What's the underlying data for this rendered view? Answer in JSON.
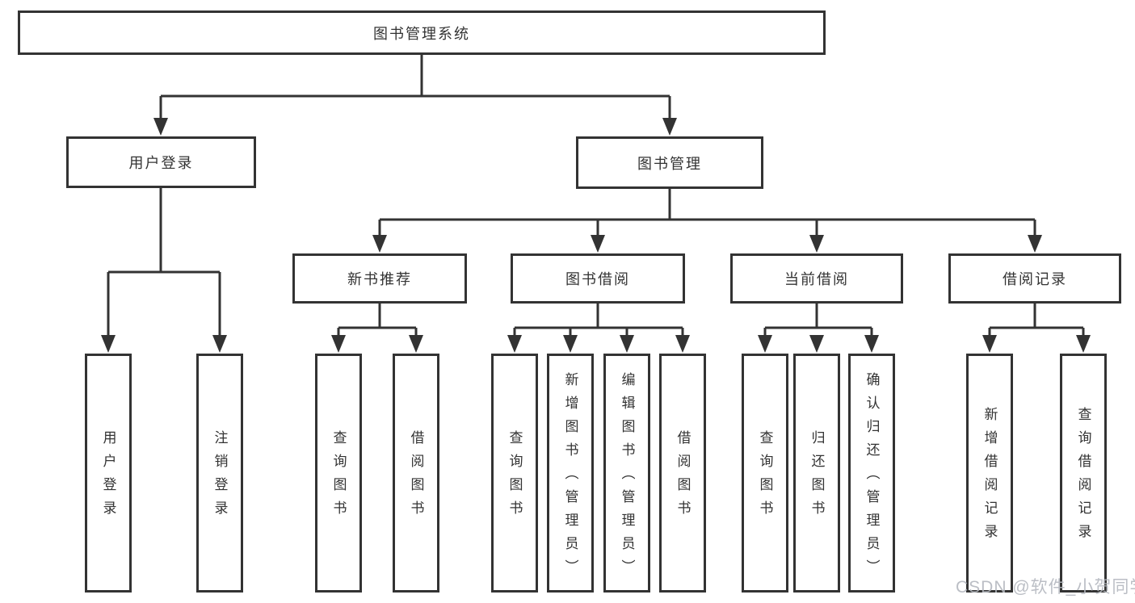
{
  "colors": {
    "line": "#333333",
    "box_border": "#333333",
    "box_fill": "#ffffff",
    "text": "#333333",
    "watermark": "#b4b8bf"
  },
  "nodes": {
    "root": "图书管理系统",
    "user_login": "用户登录",
    "book_management": "图书管理",
    "new_book_recommend": "新书推荐",
    "book_borrow": "图书借阅",
    "current_borrow": "当前借阅",
    "borrow_record": "借阅记录",
    "leaf_user_login": "用户登录",
    "leaf_logout": "注销登录",
    "leaf_nbr_query_book": "查询图书",
    "leaf_nbr_borrow_book": "借阅图书",
    "leaf_bb_query_book": "查询图书",
    "leaf_bb_add_book": "新增图书（管理员）",
    "leaf_bb_edit_book": "编辑图书（管理员）",
    "leaf_bb_borrow_book": "借阅图书",
    "leaf_cb_query_book": "查询图书",
    "leaf_cb_return_book": "归还图书",
    "leaf_cb_confirm_return": "确认归还（管理员）",
    "leaf_br_add_record": "新增借阅记录",
    "leaf_br_query_record": "查询借阅记录"
  },
  "watermark": "CSDN @软件_小贺同学"
}
